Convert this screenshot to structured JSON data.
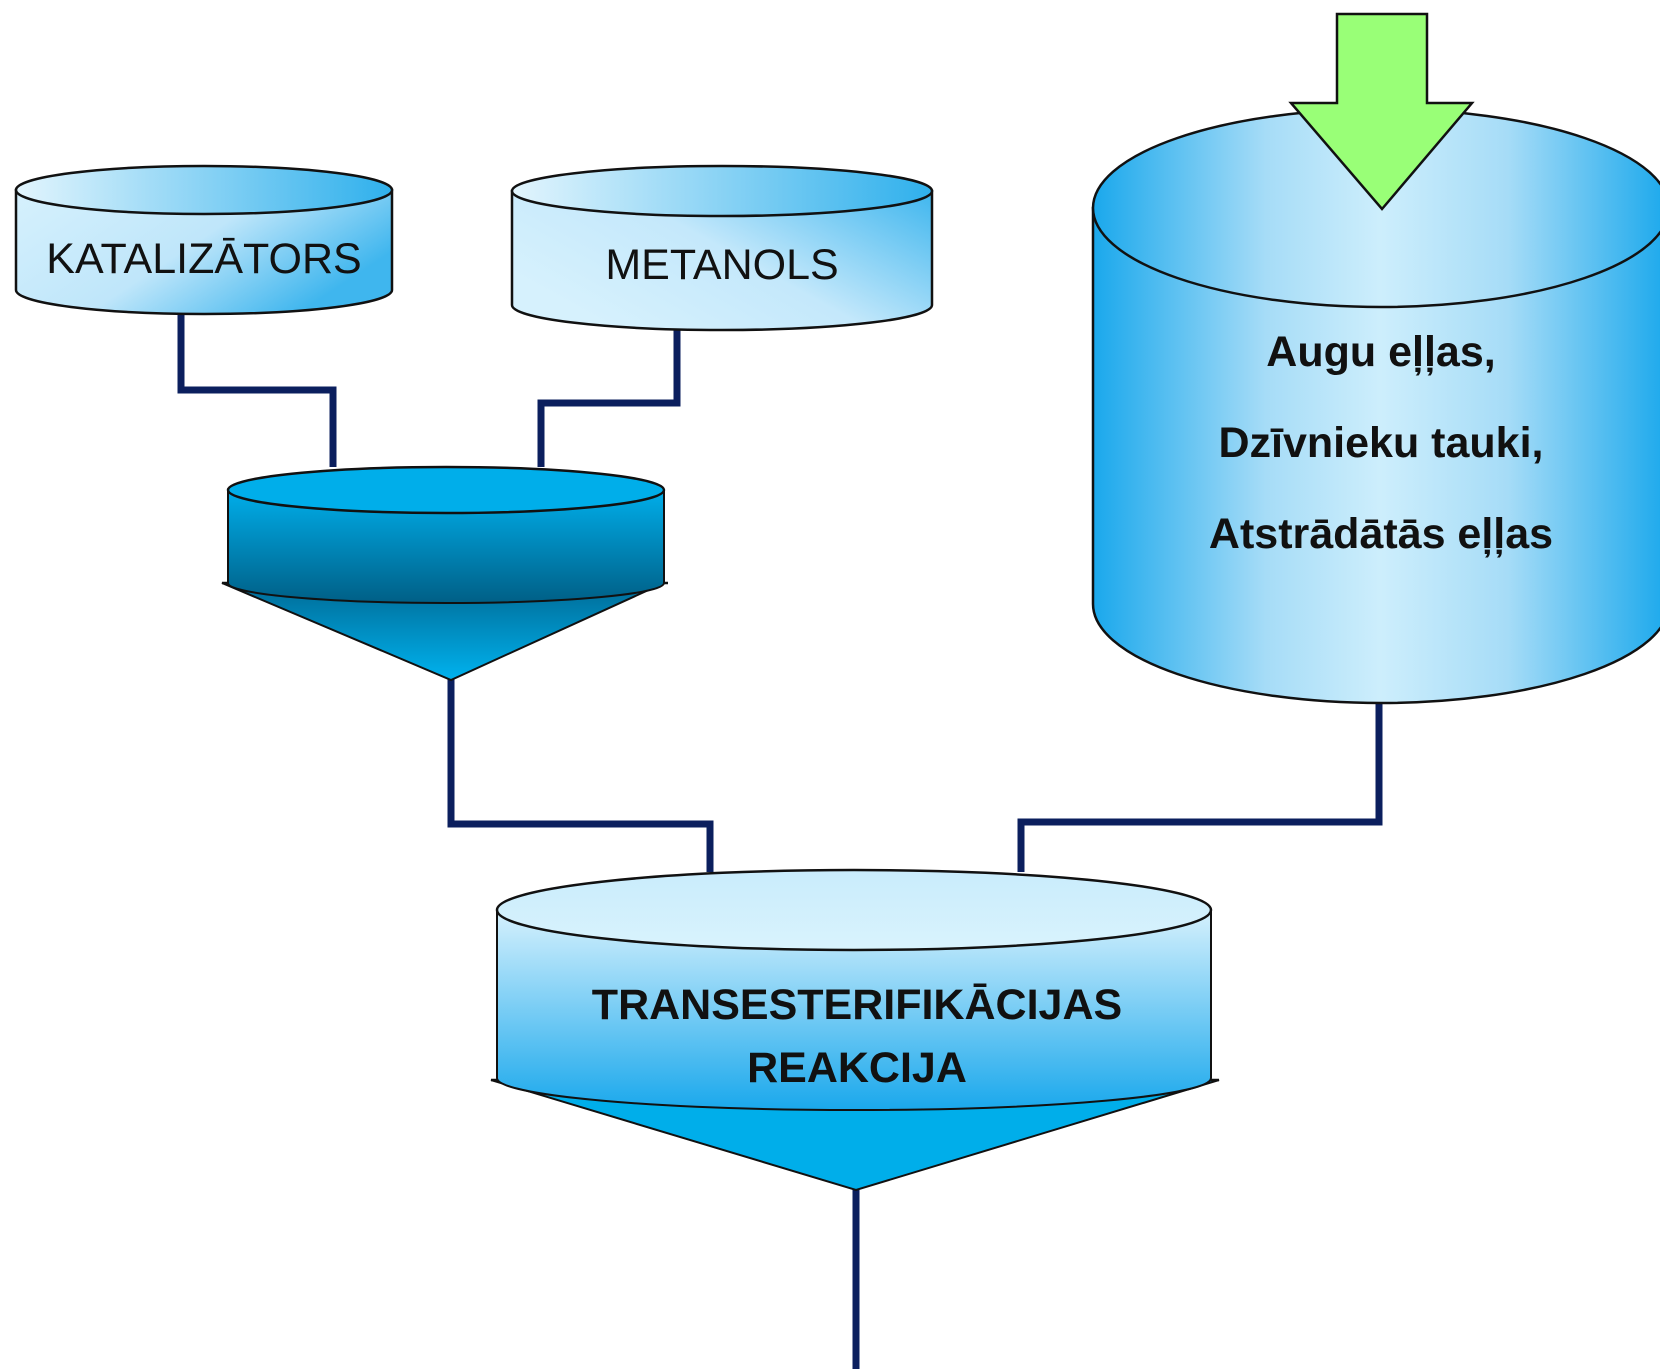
{
  "diagram": {
    "tanks": {
      "catalyst": {
        "label": "KATALIZĀTORS"
      },
      "methanol": {
        "label": "METANOLS"
      },
      "feedstock": {
        "lines": [
          "Augu eļļas,",
          "Dzīvnieku tauki,",
          "Atstrādātās eļļas"
        ]
      },
      "reactor": {
        "lines": [
          "TRANSESTERIFIKĀCIJAS",
          "REAKCIJA"
        ]
      }
    },
    "colors": {
      "pipe": "#0b1f5e",
      "tank_light": "#cdeefc",
      "tank_mid": "#7cc8f0",
      "tank_dark": "#1aa8ec",
      "mixer_top": "#00aeea",
      "mixer_bottom": "#005f86",
      "arrow": "#99ff77"
    },
    "icons": {
      "input_arrow": "arrow-down-icon"
    }
  }
}
